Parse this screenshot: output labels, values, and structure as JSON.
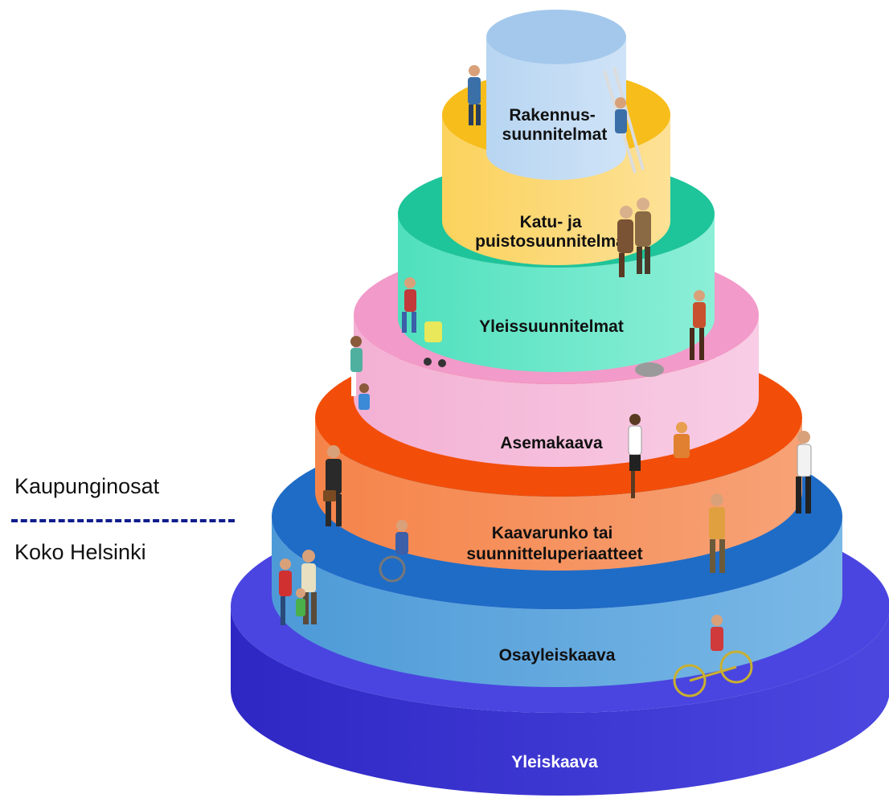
{
  "side_labels": {
    "upper": "Kaupunginosat",
    "lower": "Koko Helsinki",
    "divider_color": "#0f1d8c"
  },
  "tiers": [
    {
      "label_lines": [
        "Yleiskaava"
      ],
      "top": "#4a45e0",
      "side_left": "#2f27c4",
      "side_right": "#4b47df",
      "text": "light"
    },
    {
      "label_lines": [
        "Osayleiskaava"
      ],
      "top": "#1f6cc6",
      "side_left": "#4d9ad7",
      "side_right": "#7ab8e6",
      "text": "dark"
    },
    {
      "label_lines": [
        "Kaavarunko tai",
        "suunnitteluperiaatteet"
      ],
      "top": "#f24e0a",
      "side_left": "#f5844a",
      "side_right": "#f7a276",
      "text": "dark"
    },
    {
      "label_lines": [
        "Asemakaava"
      ],
      "top": "#f29ac9",
      "side_left": "#f3b0d3",
      "side_right": "#f8cde5",
      "text": "dark"
    },
    {
      "label_lines": [
        "Yleissuunnitelmat"
      ],
      "top": "#1ec49a",
      "side_left": "#4fe0bd",
      "side_right": "#8cefd7",
      "text": "dark"
    },
    {
      "label_lines": [
        "Katu- ja",
        "puistosuunnitelmat"
      ],
      "top": "#f7bd1a",
      "side_left": "#fbd25c",
      "side_right": "#fde196",
      "text": "dark"
    },
    {
      "label_lines": [
        "Rakennus-",
        "suunnitelmat"
      ],
      "top": "#a3c8ec",
      "side_left": "#b7d5f1",
      "side_right": "#cfe3f7",
      "text": "dark"
    }
  ]
}
